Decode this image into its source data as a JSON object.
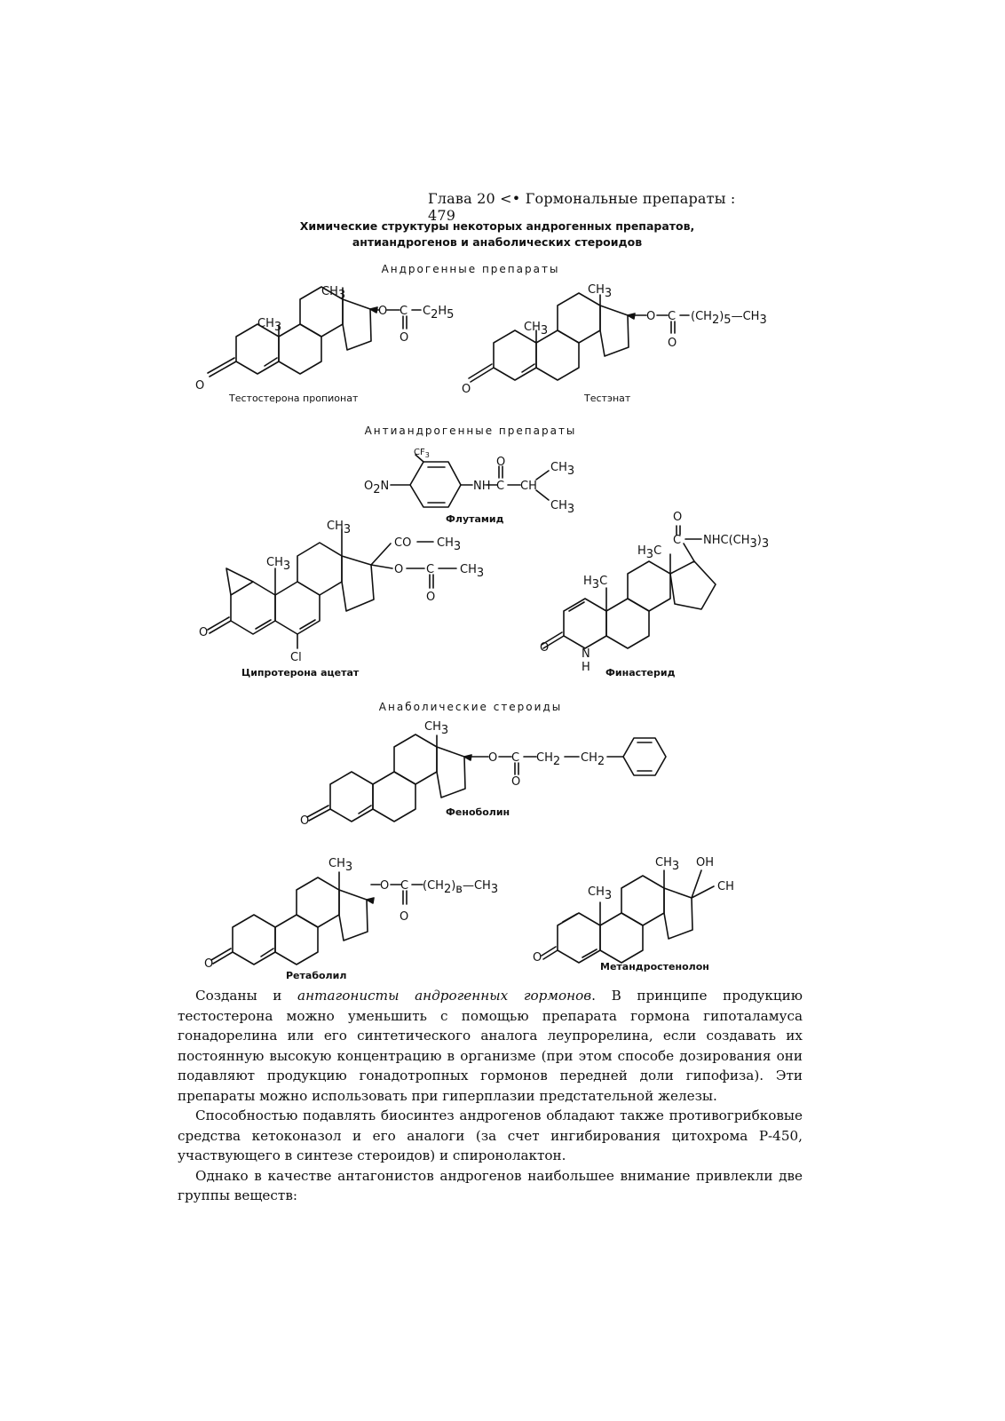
{
  "header": "Глава 20 <• Гормональные препараты : 479",
  "figure": {
    "title_line1": "Химические структуры некоторых андрогенных препаратов,",
    "title_line2": "антиандрогенов и анаболических стероидов",
    "sections": {
      "androgens": "Андрогенные препараты",
      "antiandrogens": "Антиандрогенные препараты",
      "anabolic": "Анаболические стероиды"
    },
    "compounds": {
      "testosterone_propionate": "Тестостерона пропионат",
      "testenate": "Тестэнат",
      "flutamide": "Флутамид",
      "cyproterone_acetate": "Ципротерона ацетат",
      "finasteride": "Финастерид",
      "phenobolin": "Феноболин",
      "retabolil": "Ретаболил",
      "methandrostenolone": "Метандростенолон"
    }
  },
  "body": {
    "p1_before": "Созданы и ",
    "p1_em": "антагонисты андрогенных гормонов",
    "p1_after": ". В принципе продукцию тестостерона можно уменьшить с помощью препарата гормона гипоталамуса гонадорелина или его синтетического аналога леупрорелина, если создавать их постоянную высокую концентрацию в организме (при этом способе дозирования они подавляют продукцию гонадотропных гормонов передней доли гипофиза). Эти препараты можно использовать при гиперплазии предстательной железы.",
    "p2": "Способностью подавлять биосинтез андрогенов обладают также противогрибковые средства кетоконазол и его аналоги (за счет ингибирования цитохрома Р-450, участвующего в синтезе стероидов) и спиронолактон.",
    "p3": "Однако в качестве антагонистов андрогенов наибольшее внимание привлекли две группы веществ:"
  }
}
